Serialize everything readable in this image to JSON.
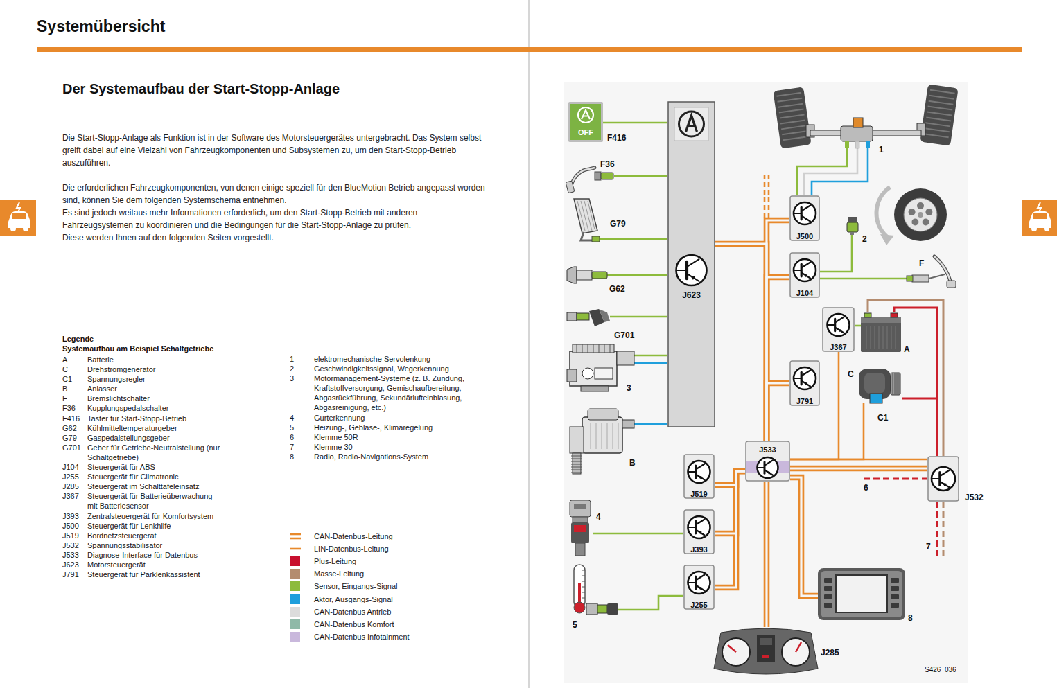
{
  "diagram": {
    "title": "Systemübersicht",
    "nodes": [
      {
        "text": [
          "OFF",
          "F416"
        ]
      },
      {
        "text": [
          "F36"
        ]
      },
      {
        "text": [
          "G79"
        ]
      },
      {
        "text": [
          "G62"
        ]
      },
      {
        "text": [
          "G701"
        ]
      },
      {
        "text": [
          "3"
        ]
      },
      {
        "text": [
          "B"
        ]
      },
      {
        "text": [
          "J623"
        ]
      },
      {
        "text": [
          "1"
        ]
      },
      {
        "text": [
          "J500"
        ]
      },
      {
        "text": [
          "2"
        ]
      },
      {
        "text": [
          "J104"
        ]
      },
      {
        "text": [
          "F"
        ]
      },
      {
        "text": [
          "J367"
        ]
      },
      {
        "text": [
          "A"
        ]
      },
      {
        "text": [
          "J791"
        ]
      },
      {
        "text": [
          "C"
        ]
      },
      {
        "text": [
          "J533"
        ]
      },
      {
        "text": [
          "J532"
        ]
      },
      {
        "text": [
          "J519"
        ]
      },
      {
        "text": [
          "4"
        ]
      },
      {
        "text": [
          "J393"
        ]
      },
      {
        "text": [
          "5"
        ]
      },
      {
        "text": [
          "J255"
        ]
      },
      {
        "text": [
          "8"
        ]
      },
      {
        "text": [
          "J285"
        ]
      }
    ],
    "edges": [
      {
        "from": 0,
        "to": 7,
        "arrow": "none"
      },
      {
        "from": 1,
        "to": 7,
        "arrow": "none"
      },
      {
        "from": 2,
        "to": 7,
        "arrow": "none"
      },
      {
        "from": 3,
        "to": 7,
        "arrow": "none"
      },
      {
        "from": 4,
        "to": 7,
        "arrow": "none"
      },
      {
        "from": 5,
        "to": 7,
        "arrow": "none"
      },
      {
        "from": 5,
        "to": 7,
        "arrow": "none"
      },
      {
        "from": 6,
        "to": 7,
        "arrow": "none"
      },
      {
        "from": 8,
        "to": 9,
        "arrow": "none"
      },
      {
        "from": 8,
        "to": 9,
        "arrow": "none"
      },
      {
        "from": 8,
        "to": 9,
        "arrow": "none"
      },
      {
        "from": 10,
        "to": 11,
        "arrow": "none"
      },
      {
        "from": 12,
        "to": 11,
        "arrow": "none"
      },
      {
        "from": 13,
        "to": 14,
        "arrow": "none"
      },
      {
        "from": 14,
        "to": 18,
        "arrow": "none"
      },
      {
        "from": 14,
        "to": 18,
        "arrow": "none"
      },
      {
        "from": 16,
        "to": 18,
        "arrow": "none"
      },
      {
        "from": 13,
        "to": 17,
        "arrow": "none"
      },
      {
        "from": 16,
        "to": 17,
        "arrow": "none"
      },
      {
        "from": 18,
        "to": 17,
        "arrow": "none"
      },
      {
        "from": 18,
        "to": 17,
        "arrow": "none"
      },
      {
        "from": 7,
        "to": 17,
        "arrow": "none"
      },
      {
        "from": 9,
        "to": 17,
        "arrow": "none"
      },
      {
        "from": 11,
        "to": 17,
        "arrow": "none"
      },
      {
        "from": 15,
        "to": 17,
        "arrow": "none"
      },
      {
        "from": 19,
        "to": 17,
        "arrow": "none"
      },
      {
        "from": 21,
        "to": 17,
        "arrow": "none"
      },
      {
        "from": 23,
        "to": 17,
        "arrow": "none"
      },
      {
        "from": 25,
        "to": 17,
        "arrow": "none"
      },
      {
        "from": 24,
        "to": 17,
        "arrow": "none"
      },
      {
        "from": 20,
        "to": 21,
        "arrow": "none"
      },
      {
        "from": 22,
        "to": 23,
        "arrow": "none"
      }
    ],
    "labels": [
      "Der Systemaufbau der Start-Stopp-Anlage",
      "Die Start-Stopp-Anlage als Funktion ist in der Software des Motorsteuergerätes untergebracht. Das System selbst greift dabei auf eine Vielzahl von Fahrzeugkomponenten und Subsystemen zu, um den Start-Stopp-Betrieb auszuführen.",
      "Die erforderlichen Fahrzeugkomponenten, von denen einige speziell für den BlueMotion Betrieb angepasst worden sind, können Sie dem folgenden Systemschema entnehmen.",
      "Es sind jedoch weitaus mehr Informationen erforderlich, um den Start-Stopp-Betrieb mit anderen Fahrzeugsystemen zu koordinieren und die Bedingungen für die Start-Stopp-Anlage zu prüfen.",
      "Diese werden Ihnen auf den folgenden Seiten vorgestellt.",
      "Legende",
      "Systemaufbau am Beispiel Schaltgetriebe",
      "A",
      "Batterie",
      "C",
      "Drehstromgenerator",
      "C1",
      "Spannungsregler",
      "B",
      "Anlasser",
      "F",
      "Bremslichtschalter",
      "F36",
      "Kupplungspedalschalter",
      "F416",
      "Taster für Start-Stopp-Betrieb",
      "G62",
      "Kühlmitteltemperaturgeber",
      "G79",
      "Gaspedalstellungsgeber",
      "G701",
      "Geber für Getriebe-Neutralstellung (nur Schaltgetriebe)",
      "J104",
      "Steuergerät für ABS",
      "J255",
      "Steuergerät für Climatronic",
      "J285",
      "Steuergerät im Schalttafeleinsatz",
      "J367",
      "Steuergerät für Batterieüberwachung mit Batteriesensor",
      "J393",
      "Zentralsteuergerät für Komfortsystem",
      "J500",
      "Steuergerät für Lenkhilfe",
      "J519",
      "Bordnetzsteuergerät",
      "J532",
      "Spannungsstabilisator",
      "J533",
      "Diagnose-Interface für Datenbus",
      "J623",
      "Motorsteuergerät",
      "J791",
      "Steuergerät für Parklenkassistent",
      "1",
      "elektromechanische Servolenkung",
      "2",
      "Geschwindigkeitssignal, Wegerkennung",
      "3",
      "Motormanagement-Systeme (z. B. Zündung, Kraftstoffversorgung, Gemischaufbereitung, Abgasrückführung, Sekundärlufteinblasung, Abgasreinigung, etc.)",
      "4",
      "Gurterkennung",
      "5",
      "Heizung-, Gebläse-, Klimaregelung",
      "6",
      "Klemme 50R",
      "7",
      "Klemme 30",
      "8",
      "Radio, Radio-Navigations-System",
      "C1",
      "6",
      "7",
      "S426_036"
    ],
    "legend": [
      {
        "text": "CAN-Datenbus-Leitung"
      },
      {
        "text": "LIN-Datenbus-Leitung"
      },
      {
        "text": "Plus-Leitung",
        "color": "#c8102e"
      },
      {
        "text": "Masse-Leitung",
        "color": "#b48c6f"
      },
      {
        "text": "Sensor, Eingangs-Signal",
        "color": "#8dbb3c"
      },
      {
        "text": "Aktor, Ausgangs-Signal",
        "color": "#1f9fdc"
      },
      {
        "text": "CAN-Datenbus Antrieb",
        "color": "#dcdcdc"
      },
      {
        "text": "CAN-Datenbus Komfort",
        "color": "#8fb9a8"
      },
      {
        "text": "CAN-Datenbus Infotainment",
        "color": "#c9b8dc"
      }
    ]
  }
}
